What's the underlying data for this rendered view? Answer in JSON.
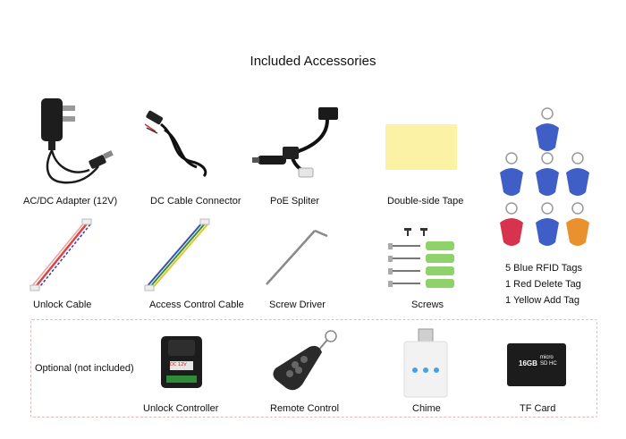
{
  "title": "Included Accessories",
  "items": {
    "adapter": "AC/DC Adapter (12V)",
    "dc_cable": "DC  Cable Connector",
    "poe": "PoE Spliter",
    "tape": "Double-side Tape",
    "unlock_cable": "Unlock Cable",
    "access_cable": "Access Control Cable",
    "screwdriver": "Screw Driver",
    "screws": "Screws"
  },
  "rfid": {
    "line1": "5 Blue RFID Tags",
    "line2": "1 Red Delete Tag",
    "line3": "1 Yellow Add Tag"
  },
  "optional": {
    "label": "Optional (not included)",
    "unlock_controller": "Unlock Controller",
    "remote": "Remote Control",
    "chime": "Chime",
    "tf_card": "TF Card",
    "controller_sticker": "DC 12V",
    "sd_capacity": "16GB",
    "sd_brand": "micro SD HC"
  },
  "colors": {
    "tape": "#fbf2a6",
    "tag_blue": "#3f5fc6",
    "tag_red": "#d8334e",
    "tag_orange": "#e8912e",
    "dashed_border": "#e7b9bd"
  }
}
